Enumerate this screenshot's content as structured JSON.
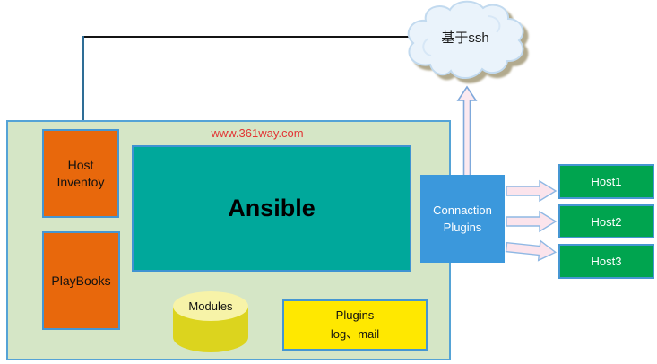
{
  "watermark": "www.361way.com",
  "cloud": {
    "label": "基于ssh"
  },
  "control_node": {
    "host_inventory_line1": "Host",
    "host_inventory_line2": "Inventoy",
    "playbooks": "PlayBooks",
    "engine": "Ansible",
    "modules": "Modules",
    "plugins_line1": "Plugins",
    "plugins_line2": "log、mail"
  },
  "connector": {
    "line1": "Connaction",
    "line2": "Plugins"
  },
  "managed_hosts": [
    {
      "label": "Host1"
    },
    {
      "label": "Host2"
    },
    {
      "label": "Host3"
    }
  ],
  "colors": {
    "container_fill": "#d5e6c6",
    "container_border": "#55a3d6",
    "orange_node": "#e8680c",
    "teal_node": "#00a89b",
    "yellow_node": "#ffe800",
    "cylinder_body": "#dcd41e",
    "cylinder_top": "#f7f3a8",
    "blue_node": "#3b98dc",
    "green_node": "#00a44f",
    "node_border_blue": "#4596d2",
    "arrow_fill_pink": "#fbe4ec",
    "arrow_stroke_blue": "#8fb8e4",
    "cloud_fill": "#eaf3fb",
    "cloud_stroke": "#c2daef",
    "cloud_shadow": "#b2aa8e",
    "connector_line_black": "#141414",
    "connector_line_blue": "#2e6d96",
    "watermark_red": "#e23333"
  }
}
